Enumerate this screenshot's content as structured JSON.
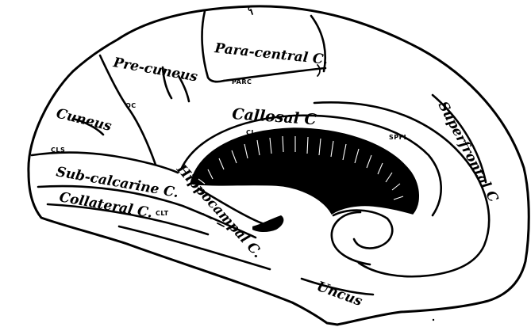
{
  "labels": {
    "precuneus": "Pre-cuneus",
    "paracentral": "Para-central C.",
    "parc": "PARC",
    "c_top": "C",
    "cuneus": "Cuneus",
    "oc": "OC",
    "callosal": "Callosal C",
    "cl": "CL",
    "superfrontal": "Superfrontal C",
    "spfl": "SPFL",
    "cls": "CLS",
    "subcalcarine": "Sub-calcarine C.",
    "collateral": "Collateral C.",
    "hippocampal": "Hippocampal C.",
    "clt": "CLT",
    "uncus": "Uncus"
  }
}
